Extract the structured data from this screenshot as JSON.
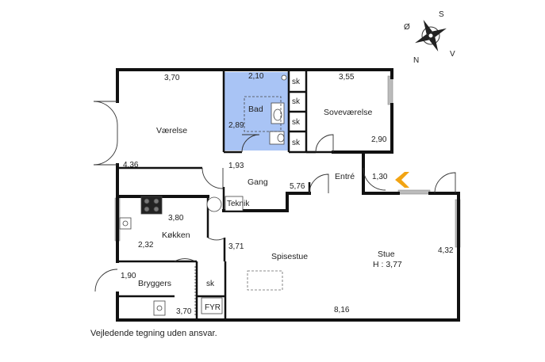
{
  "rooms": {
    "vaerelse": "Værelse",
    "bad": "Bad",
    "sovevaerelse": "Soveværelse",
    "gang": "Gang",
    "entre": "Entré",
    "koekken": "Køkken",
    "spisestue": "Spisestue",
    "stue": "Stue",
    "stue_height": "H : 3,77",
    "bryggers": "Bryggers"
  },
  "closets": [
    "sk",
    "sk",
    "sk",
    "sk",
    "sk"
  ],
  "fixtures": {
    "teknik": "Teknik",
    "fyr": "FYR"
  },
  "dimensions": {
    "vaerelse_w": "3,70",
    "vaerelse_h": "4,36",
    "bad_w": "2,10",
    "bad_h": "2,89",
    "sove_w": "3,55",
    "sove_h": "2,90",
    "gang_h": "1,93",
    "gang_w": "5,76",
    "entre_w": "1,30",
    "koekken_w": "3,80",
    "koekken_h": "2,32",
    "spisestue_h": "3,71",
    "stue_h": "4,32",
    "stue_w": "8,16",
    "bryggers_h": "1,90",
    "bryggers_w": "3,70"
  },
  "compass": {
    "s": "S",
    "o": "Ø",
    "n": "N",
    "v": "V"
  },
  "colors": {
    "bath": "#a9c4f5",
    "wall": "#111111",
    "entrance_arrow": "#f2a413"
  },
  "caption": "Vejledende tegning uden ansvar."
}
